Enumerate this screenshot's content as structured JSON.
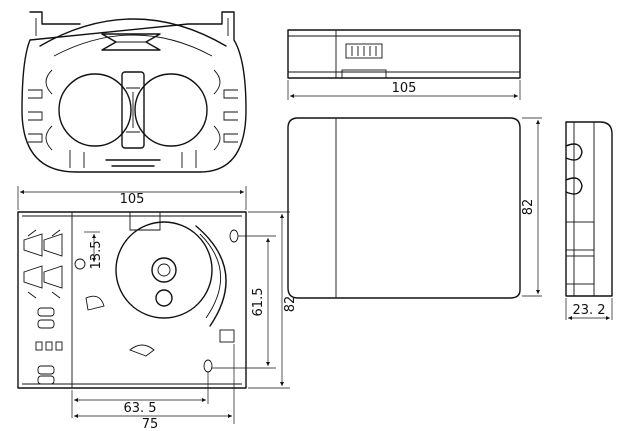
{
  "dimensions": {
    "top_view_width": "105",
    "front_view_width": "105",
    "front_view_height": "82",
    "side_view_height": "82",
    "side_view_depth": "23. 2",
    "inner_height": "61.5",
    "offset": "13.5",
    "inner_width": "63. 5",
    "base_width": "75"
  }
}
